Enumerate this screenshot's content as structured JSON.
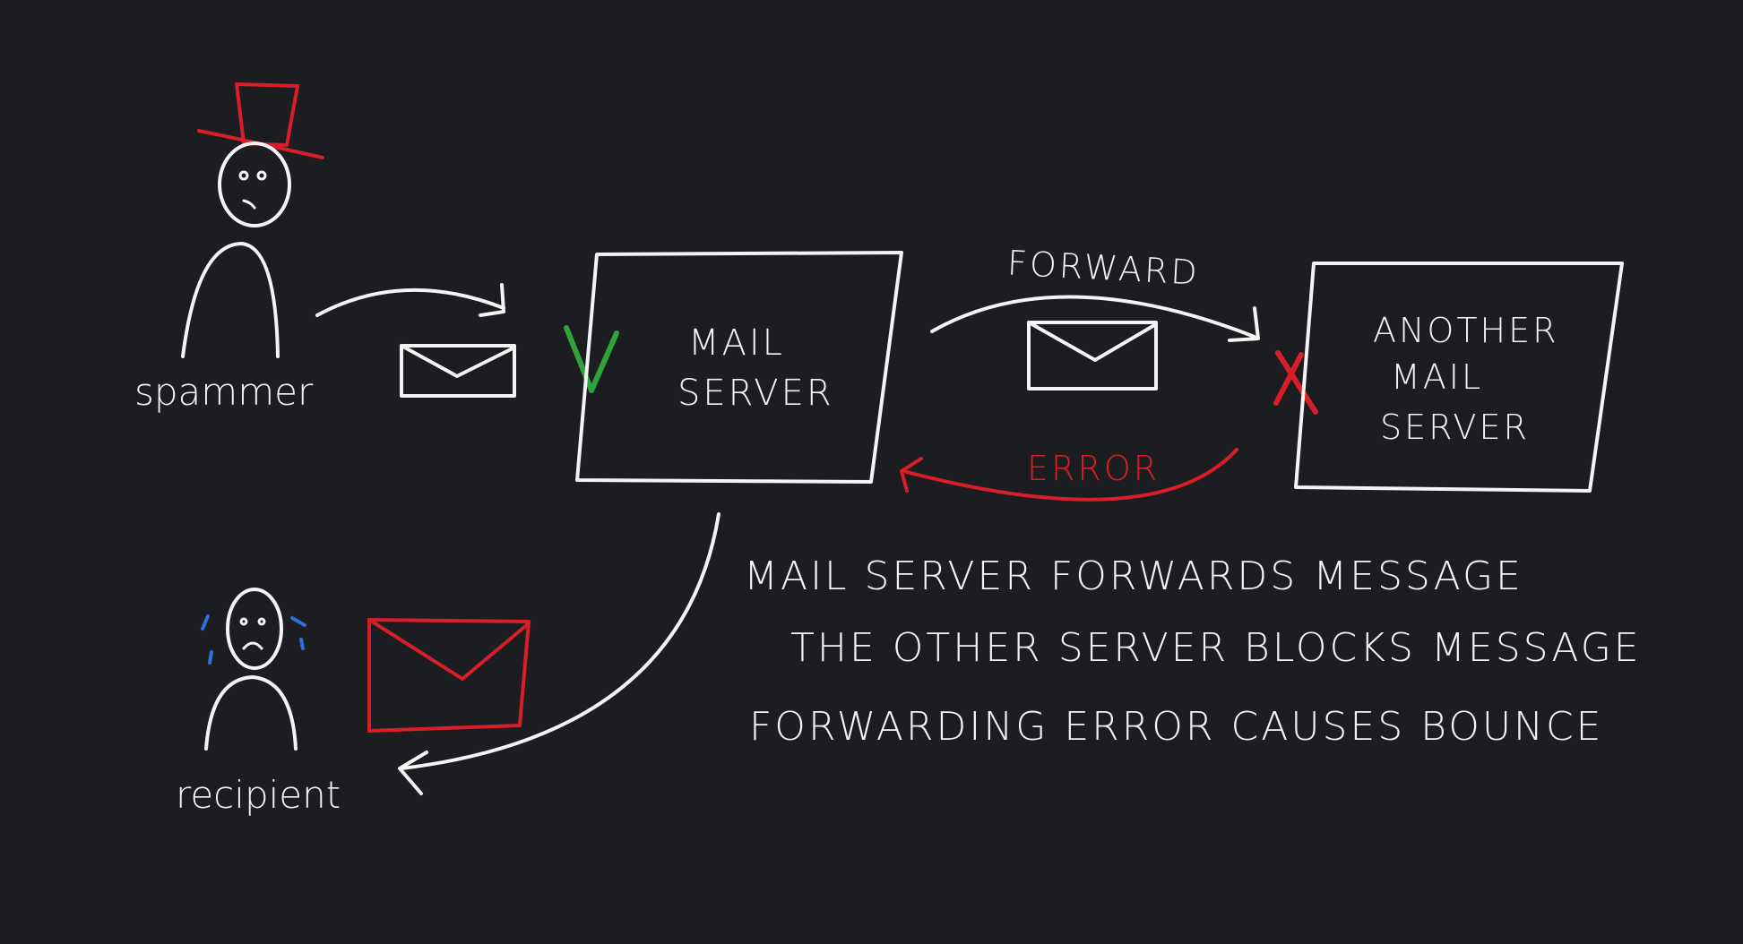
{
  "actors": {
    "spammer": "spammer",
    "recipient": "recipient"
  },
  "servers": {
    "mail_line1": "MAIL",
    "mail_line2": "SERVER",
    "another_line1": "ANOTHER",
    "another_line2": "MAIL",
    "another_line3": "SERVER"
  },
  "arrows": {
    "forward": "FORWARD",
    "error": "ERROR"
  },
  "notes": [
    "MAIL SERVER FORWARDS MESSAGE",
    "THE OTHER SERVER BLOCKS MESSAGE",
    "FORWARDING ERROR CAUSES BOUNCE"
  ],
  "colors": {
    "background": "#1c1d21",
    "ink": "#f4f4f4",
    "accent_red": "#d81e28",
    "accept_green": "#2fa23c",
    "tears_blue": "#2f6fd6"
  },
  "icons": [
    "top-hat-icon",
    "envelope-icon",
    "check-icon",
    "cross-icon",
    "sad-face-icon"
  ]
}
